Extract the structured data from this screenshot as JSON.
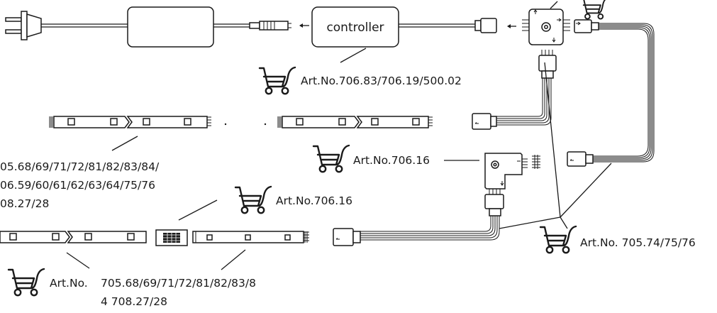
{
  "controller": {
    "label": "controller"
  },
  "labels": {
    "controller_art": "Art.No.706.83/706.19/500.02",
    "corner_art": "Art.No.706.16",
    "strip_art_l1": "05.68/69/71/72/81/82/83/84/",
    "strip_art_l2": "06.59/60/61/62/63/64/75/76",
    "strip_art_l3": "08.27/28",
    "connector_art": "Art.No.706.16",
    "cable_art": "Art.No. 705.74/75/76",
    "bottom_prefix": "Art.No.",
    "bottom_l1": "705.68/69/71/72/81/82/83/8",
    "bottom_l2": "4 708.27/28"
  },
  "icons": [
    "power-plug-icon",
    "power-supply-icon",
    "cart-icon",
    "rgb-connector-icon",
    "cross-connector-icon",
    "corner-connector-icon",
    "strip-connector-icon"
  ],
  "colors": {
    "line": "#1a1a1a",
    "background": "#ffffff"
  }
}
